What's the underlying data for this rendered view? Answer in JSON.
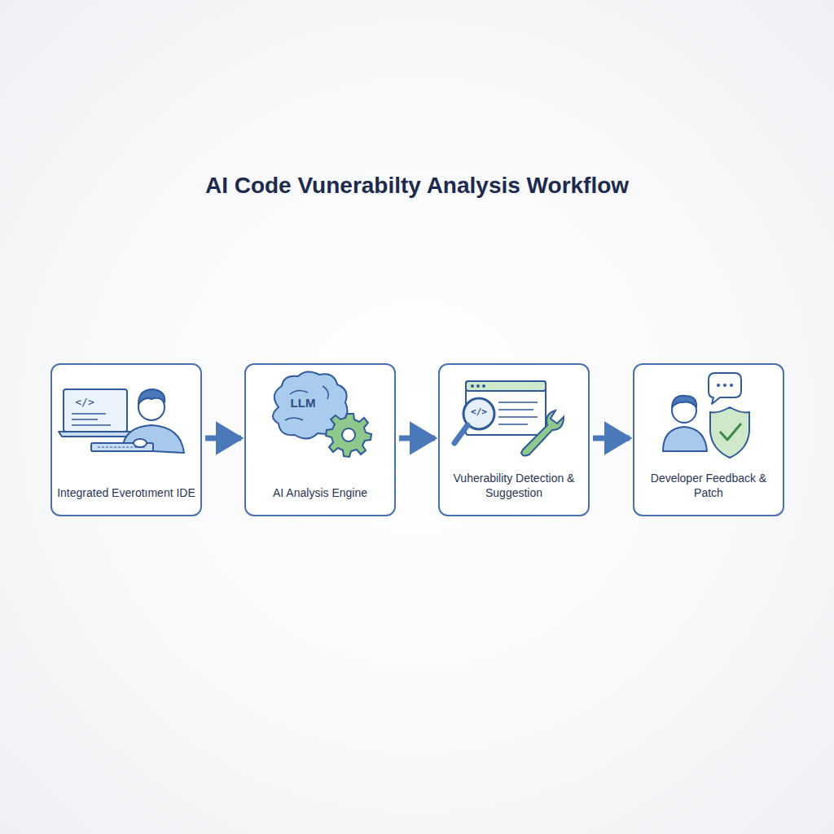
{
  "diagram": {
    "title": "AI Code Vunerabilty Analysis Workflow",
    "nodes": [
      {
        "text": [
          "Integrated Everotıment IDE"
        ]
      },
      {
        "text": [
          "AI Analysis Engine"
        ]
      },
      {
        "text": [
          "Vuherability Detection & Suggestion"
        ]
      },
      {
        "text": [
          "Developer Feedback & Patch"
        ]
      }
    ],
    "edges": [
      {
        "from": 0,
        "to": 1,
        "arrow": "to"
      },
      {
        "from": 1,
        "to": 2,
        "arrow": "to"
      },
      {
        "from": 2,
        "to": 3,
        "arrow": "to"
      }
    ],
    "labels": [
      "</>",
      "LLM",
      "</>"
    ]
  }
}
